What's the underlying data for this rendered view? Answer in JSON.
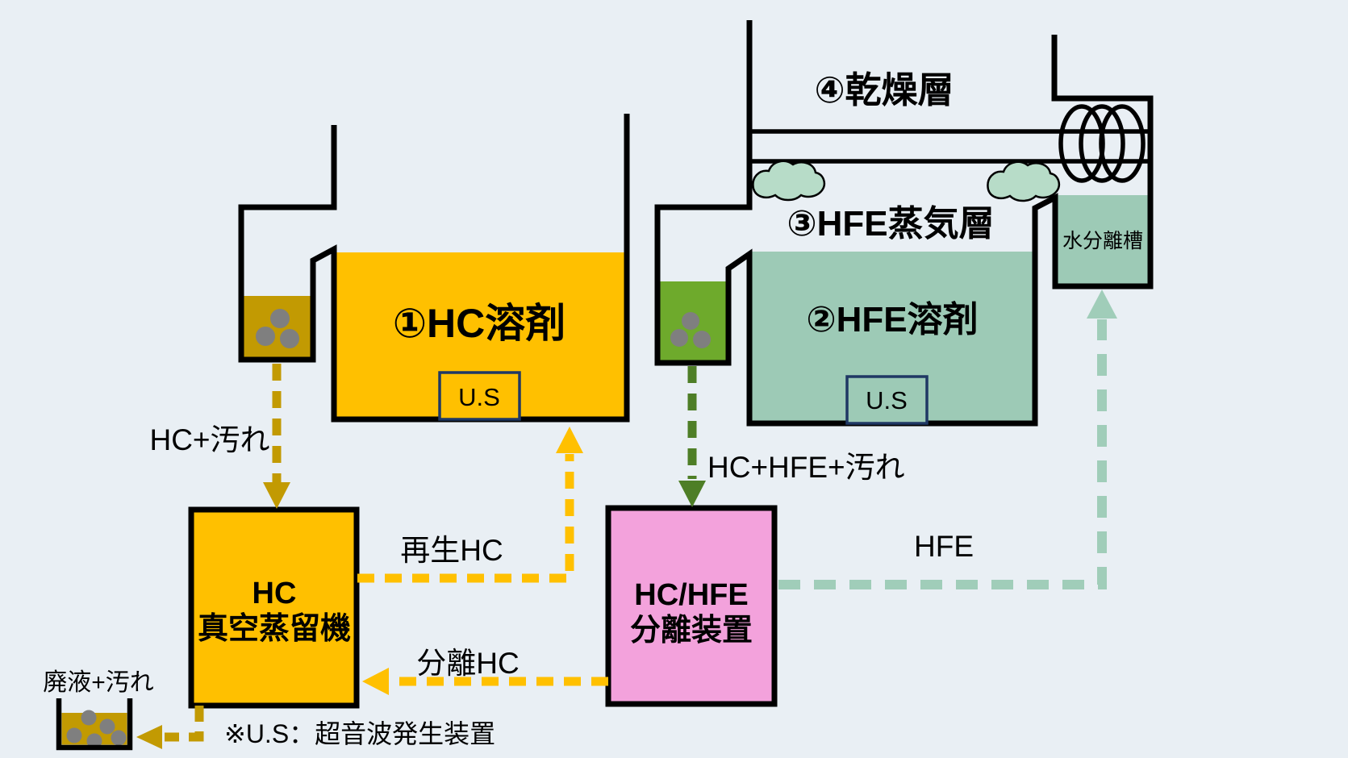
{
  "colors": {
    "background": "#E9EFF4",
    "hc_orange": "#FFC000",
    "dirty_gold": "#C29A02",
    "hfe_teal": "#9DCAB6",
    "vapor_cloud_teal": "#B7DCC8",
    "teal_arrow": "#A0CDB9",
    "pre_tank_green": "#6EAA2C",
    "green_arrow": "#4E7E26",
    "separator_pink": "#F3A2DC",
    "us_box_border_navy": "#1F3864",
    "dirt_gray": "#7F7F7F",
    "outline_black": "#000000"
  },
  "hc_system": {
    "tank_label": "①HC溶剤",
    "ultrasonic_label": "U.S"
  },
  "hfe_system": {
    "tank_label": "②HFE溶剤",
    "vapor_zone_label": "③HFE蒸気層",
    "drying_zone_label": "④乾燥層",
    "water_separator_label": "水分離槽",
    "ultrasonic_label": "U.S"
  },
  "equipment": {
    "hc_distiller_line1": "HC",
    "hc_distiller_line2": "真空蒸留機",
    "separator_line1": "HC/HFE",
    "separator_line2": "分離装置"
  },
  "flow_labels": {
    "hc_dirt": "HC+汚れ",
    "regenerated_hc": "再生HC",
    "separated_hc": "分離HC",
    "hc_hfe_dirt": "HC+HFE+汚れ",
    "hfe": "HFE",
    "waste_dirt": "廃液+汚れ"
  },
  "footnote": "※U.S：超音波発生装置"
}
